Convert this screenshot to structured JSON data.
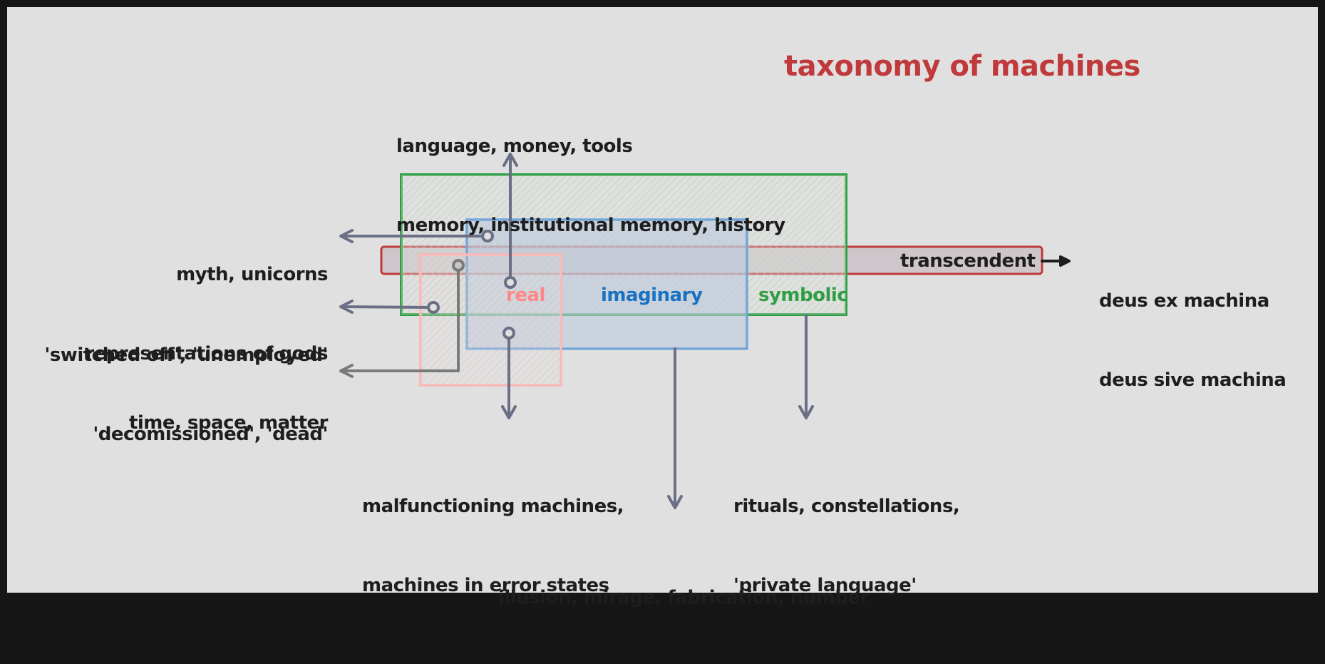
{
  "title": "taxonomy of machines",
  "sets": {
    "real": "real",
    "imaginary": "imaginary",
    "symbolic": "symbolic",
    "transcendent": "transcendent"
  },
  "annotations": {
    "top_line1": "language, money, tools",
    "top_line2": "memory, institutional memory, history",
    "myth_line1": "myth, unicorns",
    "myth_line2": "representations of gods",
    "switched_line1": "'switched off', 'unemployed'",
    "switched_line2": "'decomissioned', 'dead'",
    "time_space": "time, space, matter",
    "deus_line1": "deus ex machina",
    "deus_line2": "deus sive machina",
    "malfunction_line1": "malfunctioning machines,",
    "malfunction_line2": "machines in error states",
    "rituals_line1": "rituals, constellations,",
    "rituals_line2": "'private language'",
    "illusion": "illusion, mirage, fabrication, number"
  },
  "colors": {
    "background": "#e0e0e0",
    "frame": "#161616",
    "title": "#c0393b",
    "real": "#ff8787",
    "imaginary": "#1971c2",
    "symbolic": "#2f9e44",
    "transcendent": "#c0393b",
    "arrow": "#6b6f85",
    "text": "#1e1e1e"
  }
}
